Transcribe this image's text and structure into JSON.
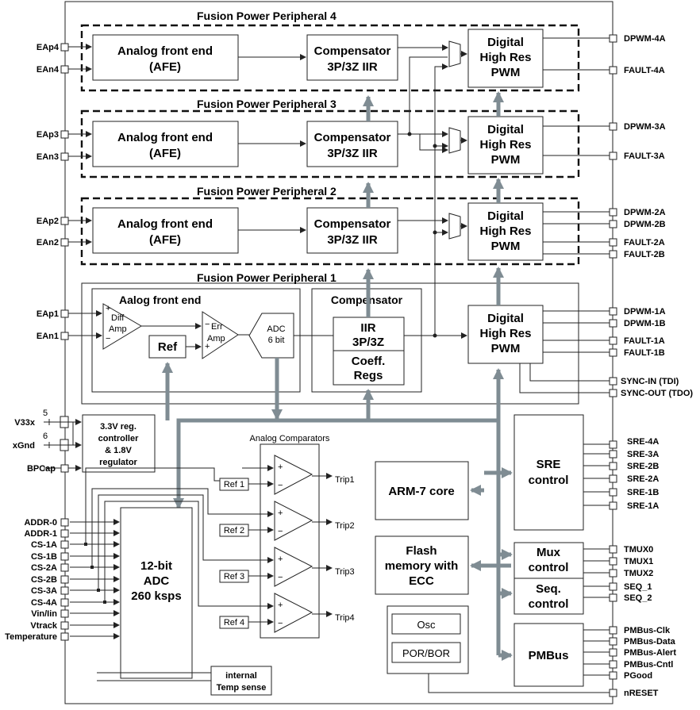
{
  "peripherals": {
    "p4": "Fusion Power Peripheral 4",
    "p3": "Fusion Power Peripheral 3",
    "p2": "Fusion Power Peripheral 2",
    "p1": "Fusion Power Peripheral 1"
  },
  "blocks": {
    "afe_line1": "Analog front end",
    "afe_line2": "(AFE)",
    "comp_line1": "Compensator",
    "comp_line2": "3P/3Z IIR",
    "pwm_line1": "Digital",
    "pwm_line2": "High Res",
    "pwm_line3": "PWM",
    "p1_afe_title": "Aalog front end",
    "diff_amp_1": "Diff",
    "diff_amp_2": "Amp",
    "err_amp_1": "Err",
    "err_amp_2": "Amp",
    "ref": "Ref",
    "adc6_1": "ADC",
    "adc6_2": "6 bit",
    "p1_comp_title": "Compensator",
    "iir_1": "IIR",
    "iir_2": "3P/3Z",
    "coeff_1": "Coeff.",
    "coeff_2": "Regs",
    "reg_1": "3.3V reg.",
    "reg_2": "controller",
    "reg_3": "& 1.8V",
    "reg_4": "regulator",
    "adc12_1": "12-bit",
    "adc12_2": "ADC",
    "adc12_3": "260 ksps",
    "analog_comparators": "Analog Comparators",
    "ref1": "Ref 1",
    "ref2": "Ref 2",
    "ref3": "Ref 3",
    "ref4": "Ref 4",
    "trip1": "Trip1",
    "trip2": "Trip2",
    "trip3": "Trip3",
    "trip4": "Trip4",
    "arm": "ARM-7 core",
    "flash_1": "Flash",
    "flash_2": "memory with",
    "flash_3": "ECC",
    "osc": "Osc",
    "por": "POR/BOR",
    "temp_1": "internal",
    "temp_2": "Temp sense",
    "sre_1": "SRE",
    "sre_2": "control",
    "mux_1": "Mux",
    "mux_2": "control",
    "seq_1": "Seq.",
    "seq_2": "control",
    "pmbus": "PMBus",
    "plus": "+",
    "minus": "−",
    "num5": "5",
    "num6": "6"
  },
  "left_pins": {
    "eap4": "EAp4",
    "ean4": "EAn4",
    "eap3": "EAp3",
    "ean3": "EAn3",
    "eap2": "EAp2",
    "ean2": "EAn2",
    "eap1": "EAp1",
    "ean1": "EAn1",
    "v33x": "V33x",
    "xgnd": "xGnd",
    "bpcap": "BPCap",
    "addr0": "ADDR-0",
    "addr1": "ADDR-1",
    "cs1a": "CS-1A",
    "cs1b": "CS-1B",
    "cs2a": "CS-2A",
    "cs2b": "CS-2B",
    "cs3a": "CS-3A",
    "cs4a": "CS-4A",
    "vinlin": "Vin/Iin",
    "vtrack": "Vtrack",
    "temperature": "Temperature"
  },
  "right_pins": {
    "dpwm4a": "DPWM-4A",
    "fault4a": "FAULT-4A",
    "dpwm3a": "DPWM-3A",
    "fault3a": "FAULT-3A",
    "dpwm2a": "DPWM-2A",
    "dpwm2b": "DPWM-2B",
    "fault2a": "FAULT-2A",
    "fault2b": "FAULT-2B",
    "dpwm1a": "DPWM-1A",
    "dpwm1b": "DPWM-1B",
    "fault1a": "FAULT-1A",
    "fault1b": "FAULT-1B",
    "syncin": "SYNC-IN (TDI)",
    "syncout": "SYNC-OUT (TDO)",
    "sre4a": "SRE-4A",
    "sre3a": "SRE-3A",
    "sre2b": "SRE-2B",
    "sre2a": "SRE-2A",
    "sre1b": "SRE-1B",
    "sre1a": "SRE-1A",
    "tmux0": "TMUX0",
    "tmux1": "TMUX1",
    "tmux2": "TMUX2",
    "seq1": "SEQ_1",
    "seq2": "SEQ_2",
    "pmbclk": "PMBus-Clk",
    "pmbdata": "PMBus-Data",
    "pmbalert": "PMBus-Alert",
    "pmbcntl": "PMBus-Cntl",
    "pgood": "PGood",
    "nreset": "nRESET"
  },
  "colors": {
    "bus": "#7f8c93",
    "line": "#222222"
  }
}
